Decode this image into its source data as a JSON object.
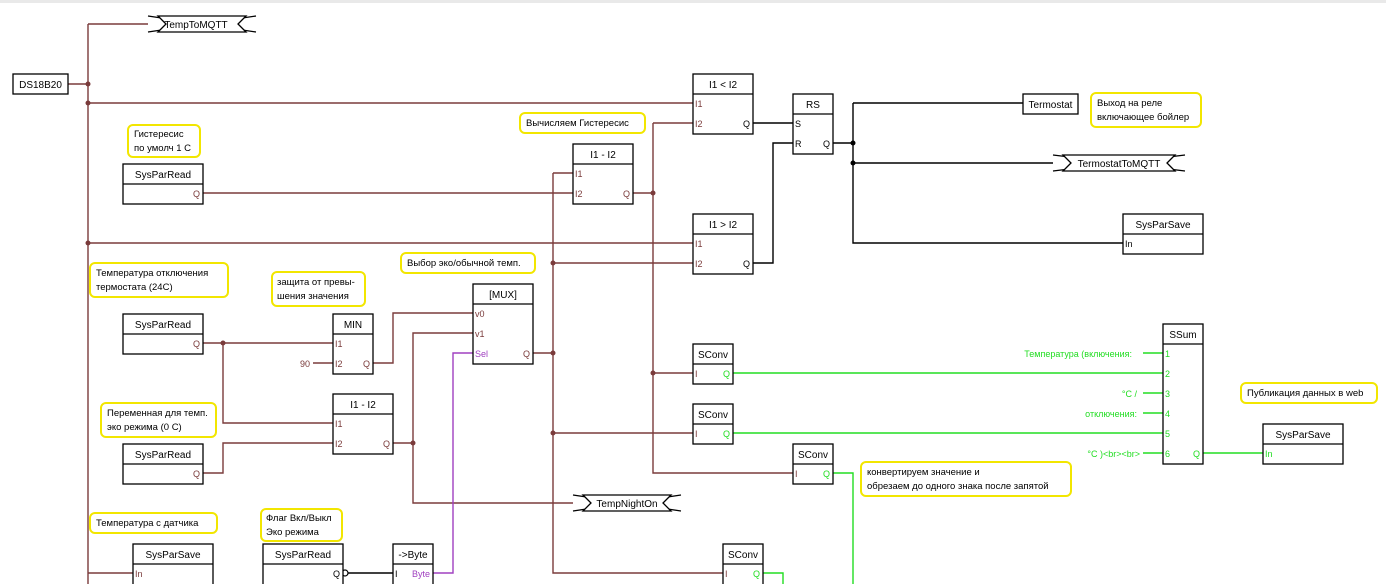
{
  "colors": {
    "wire": "#7a3b3b",
    "wire_black": "#000000",
    "wire_green": "#22dd22",
    "wire_purple": "#a040c0",
    "note_border": "#f2e600",
    "pin_default": "#7a3b3b",
    "pin_green": "#22dd22",
    "pin_purple": "#a040c0"
  },
  "blocks": {
    "ds18b20": {
      "title": "DS18B20"
    },
    "temp_to_mqtt": {
      "title": "TempToMQTT"
    },
    "cmp_lt": {
      "title": "I1 < I2",
      "i1": "I1",
      "i2": "I2",
      "q": "Q"
    },
    "rs": {
      "title": "RS",
      "s": "S",
      "r": "R",
      "q": "Q"
    },
    "termostat": {
      "title": "Termostat"
    },
    "termostat_to_mqtt": {
      "title": "TermostatToMQTT"
    },
    "sub_hyst": {
      "title": "I1 - I2",
      "i1": "I1",
      "i2": "I2",
      "q": "Q"
    },
    "par_read_hyst": {
      "title": "SysParRead",
      "q": "Q"
    },
    "cmp_gt": {
      "title": "I1 > I2",
      "i1": "I1",
      "i2": "I2",
      "q": "Q"
    },
    "par_save_termostat": {
      "title": "SysParSave",
      "in": "In"
    },
    "par_read_off": {
      "title": "SysParRead",
      "q": "Q"
    },
    "min": {
      "title": "MIN",
      "i1": "I1",
      "i2": "I2",
      "q": "Q",
      "const_i2": "90"
    },
    "mux": {
      "title": "[MUX]",
      "v0": "v0",
      "v1": "v1",
      "sel": "Sel",
      "q": "Q"
    },
    "sub_eco": {
      "title": "I1 - I2",
      "i1": "I1",
      "i2": "I2",
      "q": "Q"
    },
    "par_read_eco": {
      "title": "SysParRead",
      "q": "Q"
    },
    "temp_night_on": {
      "title": "TempNightOn"
    },
    "par_save_sensor": {
      "title": "SysParSave",
      "in": "In"
    },
    "par_read_flag": {
      "title": "SysParRead",
      "q": "Q"
    },
    "to_byte": {
      "title": "->Byte",
      "i": "I",
      "byte": "Byte"
    },
    "sconv_1": {
      "title": "SConv",
      "i": "I",
      "q": "Q"
    },
    "sconv_2": {
      "title": "SConv",
      "i": "I",
      "q": "Q"
    },
    "sconv_3": {
      "title": "SConv",
      "i": "I",
      "q": "Q"
    },
    "sconv_4": {
      "title": "SConv",
      "i": "I",
      "q": "Q"
    },
    "ssum": {
      "title": "SSum",
      "pins": [
        "1",
        "2",
        "3",
        "4",
        "5",
        "6"
      ],
      "q": "Q"
    },
    "par_save_web": {
      "title": "SysParSave",
      "in": "In"
    }
  },
  "ssum_labels": [
    "Температура (включения:",
    "°C /",
    "отключения:",
    "°C )<br><br>"
  ],
  "notes": {
    "hyst_default": [
      "Гистересис",
      "по умолч 1 С"
    ],
    "calc_hyst": [
      "Вычисляем Гистересис"
    ],
    "relay_out": [
      "Выход на реле",
      "включающее бойлер"
    ],
    "off_temp": [
      "Температура отключения",
      "термостата (24С)"
    ],
    "overflow": [
      "защита от превы-",
      "шения значения"
    ],
    "mux_choice": [
      "Выбор эко/обычной темп."
    ],
    "eco_var": [
      "Переменная для темп.",
      "эко режима (0 С)"
    ],
    "convert": [
      "конвертируем значение и",
      "обрезаем до одного знака после запятой"
    ],
    "web_publish": [
      "Публикация данных в web"
    ],
    "sensor_temp": [
      "Температура с датчика"
    ],
    "eco_flag": [
      "Флаг Вкл/Выкл",
      "Эко режима"
    ]
  }
}
